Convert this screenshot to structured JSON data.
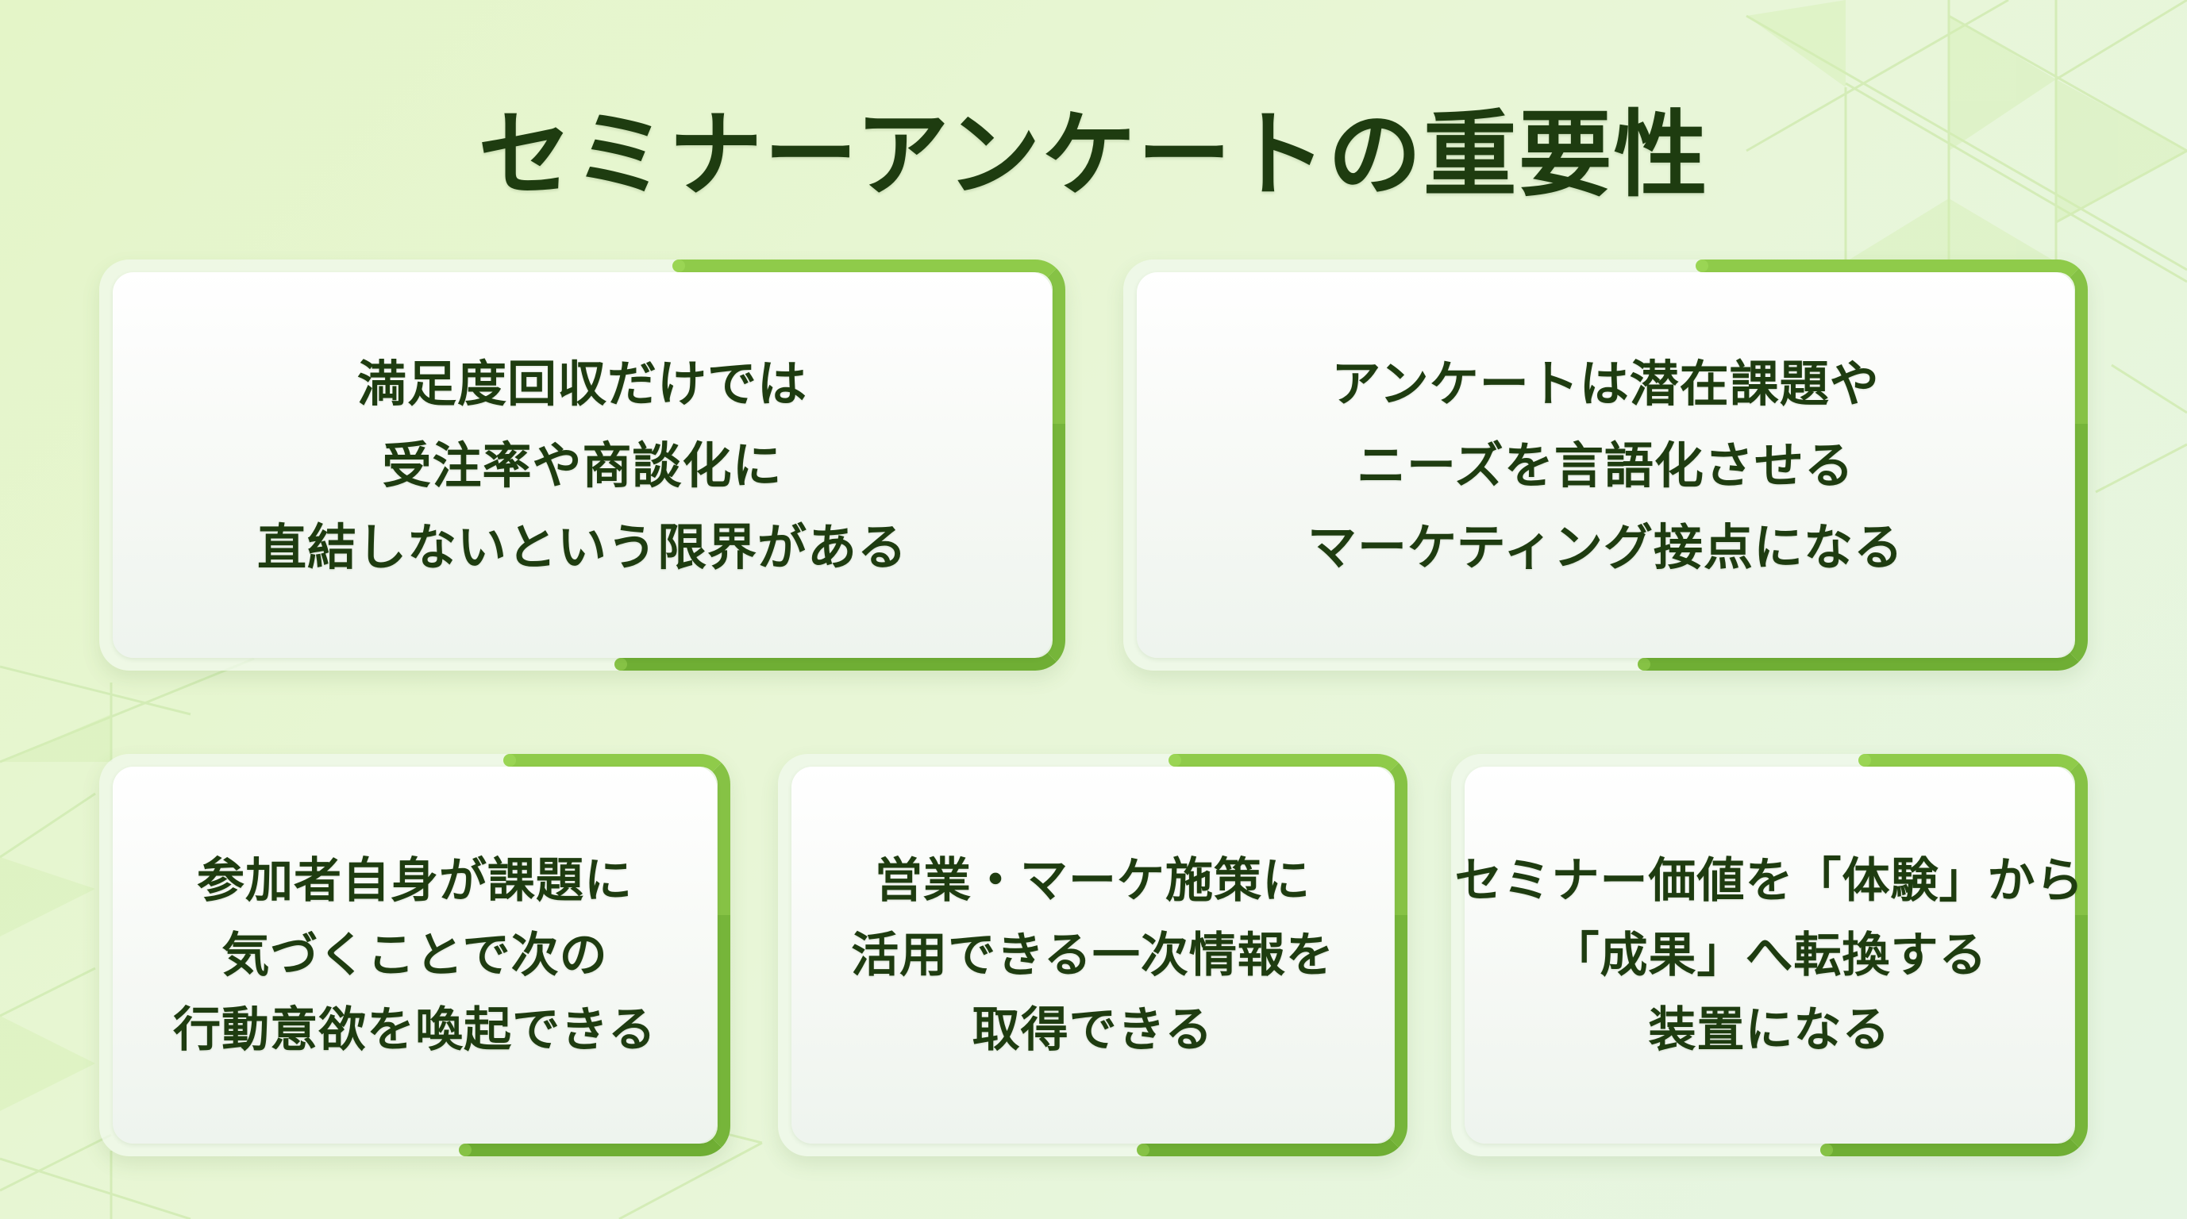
{
  "slide": {
    "title": "セミナーアンケートの重要性",
    "colors": {
      "title_text": "#1e3c10",
      "accent_light": "#9ad554",
      "accent_dark": "#6fae34",
      "background": "#e6f5d6",
      "card_fill": "#ffffff"
    },
    "cards": [
      {
        "lines": [
          "満足度回収だけでは",
          "受注率や商談化に",
          "直結しないという限界がある"
        ]
      },
      {
        "lines": [
          "アンケートは潜在課題や",
          "ニーズを言語化させる",
          "マーケティング接点になる"
        ]
      },
      {
        "lines": [
          "参加者自身が課題に",
          "気づくことで次の",
          "行動意欲を喚起できる"
        ]
      },
      {
        "lines": [
          "営業・マーケ施策に",
          "活用できる一次情報を",
          "取得できる"
        ]
      },
      {
        "lines": [
          "セミナー価値を「体験」から",
          "「成果」へ転換する",
          "装置になる"
        ]
      }
    ]
  }
}
